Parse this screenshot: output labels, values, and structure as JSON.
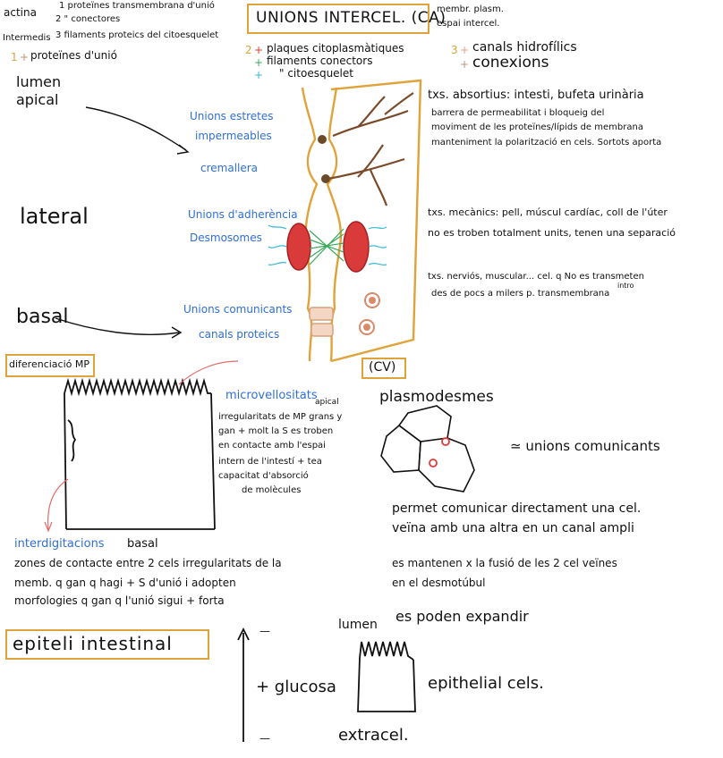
{
  "top_left": {
    "actina": "actina",
    "intermedis": "Intermedis",
    "line1": "1 proteïnes transmembrana d'unió",
    "line2": "2 \" conectores",
    "line3": "3 filaments proteics del citoesquelet",
    "line4": "proteïnes d'unió"
  },
  "title_box": {
    "title": "UNIONS INTERCEL. (CA)",
    "note1": "membr. plasm.",
    "note2": "espai intercel."
  },
  "legend2": {
    "l1": "plaques citoplasmàtiques",
    "l2": "filaments conectors",
    "l3": "\" citoesquelet"
  },
  "legend3": {
    "l1": "canals hidrofílics",
    "l2": "conexions"
  },
  "regions": {
    "lumen": "lumen",
    "apical": "apical",
    "lateral": "lateral",
    "basal": "basal"
  },
  "junctions": {
    "tight_title_1": "Unions estretes",
    "tight_title_2": "impermeables",
    "tight_sub": "cremallera",
    "adh_title": "Unions d'adherència",
    "adh_sub": "Desmosomes",
    "comm_title": "Unions comunicants",
    "comm_sub": "canals proteics"
  },
  "right_notes": {
    "tight_1": "txs. absortius: intesti, bufeta urinària",
    "tight_2": "barrera de permeabilitat i bloqueig del",
    "tight_3": "moviment de les proteïnes/lípids de membrana",
    "tight_4": "manteniment la polarització en cels. Sortots aporta",
    "adh_1": "txs. mecànics: pell, múscul cardíac, coll de l'úter",
    "adh_2": "no es troben totalment units, tenen una separació",
    "comm_1": "txs. nerviós, muscular... cel. q No es transmeten",
    "comm_2": "des de pocs a milers p. transmembrana",
    "comm_into": "intro"
  },
  "cv_label": "(CV)",
  "diff": {
    "box_label": "diferenciació MP",
    "microvili_title": "microvellositats",
    "microvili_apical": "apical",
    "microvili_1": "irregularitats de MP grans y",
    "microvili_2": "gan + molt la S es troben",
    "microvili_3": "en contacte amb l'espai",
    "microvili_4": "intern de l'intestí + tea",
    "microvili_5": "capacitat d'absorció",
    "microvili_6": "de molècules",
    "interdig_title": "interdigitacions",
    "interdig_basal": "basal",
    "interdig_1": "zones de contacte entre 2 cels irregularitats de la",
    "interdig_2": "memb. q gan q hagi + S d'unió i adopten",
    "interdig_3": "morfologies q gan q l'unió sigui + forta"
  },
  "plasmo": {
    "title": "plasmodesmes",
    "eq": "≃ unions comunicants",
    "p1": "permet comunicar directament una cel.",
    "p2": "veïna amb una altra en un canal ampli",
    "p3": "es mantenen x la fusió de les 2 cel veïnes",
    "p4": "en el desmotúbul",
    "p5": "es poden expandir"
  },
  "epiteli": {
    "box_label": "epiteli intestinal",
    "lumen": "lumen",
    "glucosa": "+ glucosa",
    "cells": "epithelial cels.",
    "extracel": "extracel.",
    "dash1": "—",
    "dash2": "—"
  },
  "colors": {
    "ink": "#111111",
    "blue": "#2f6fd6",
    "orange": "#e0a23a",
    "red": "#e23a3a",
    "green": "#3aa85b",
    "cyan": "#3ab8d6",
    "brown": "#7a4a2a",
    "pink": "#e8a08a"
  }
}
